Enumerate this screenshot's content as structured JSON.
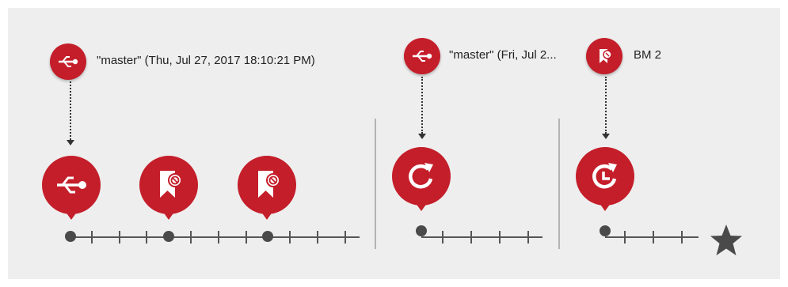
{
  "colors": {
    "marker_red": "#c41e2a",
    "timeline": "#555555",
    "divider": "#b3b3b3",
    "star": "#4a4a4a"
  },
  "tooltips": {
    "master_full": "\"master\" (Thu, Jul 27, 2017 18:10:21 PM)",
    "master_short": "\"master\" (Fri, Jul 2...",
    "bookmark": "BM 2"
  },
  "icons": {
    "branch": "usb-branch-icon",
    "bookmark_blocked": "bookmark-blocked-icon",
    "refresh": "refresh-icon",
    "history": "history-clock-icon",
    "star": "star-icon"
  }
}
